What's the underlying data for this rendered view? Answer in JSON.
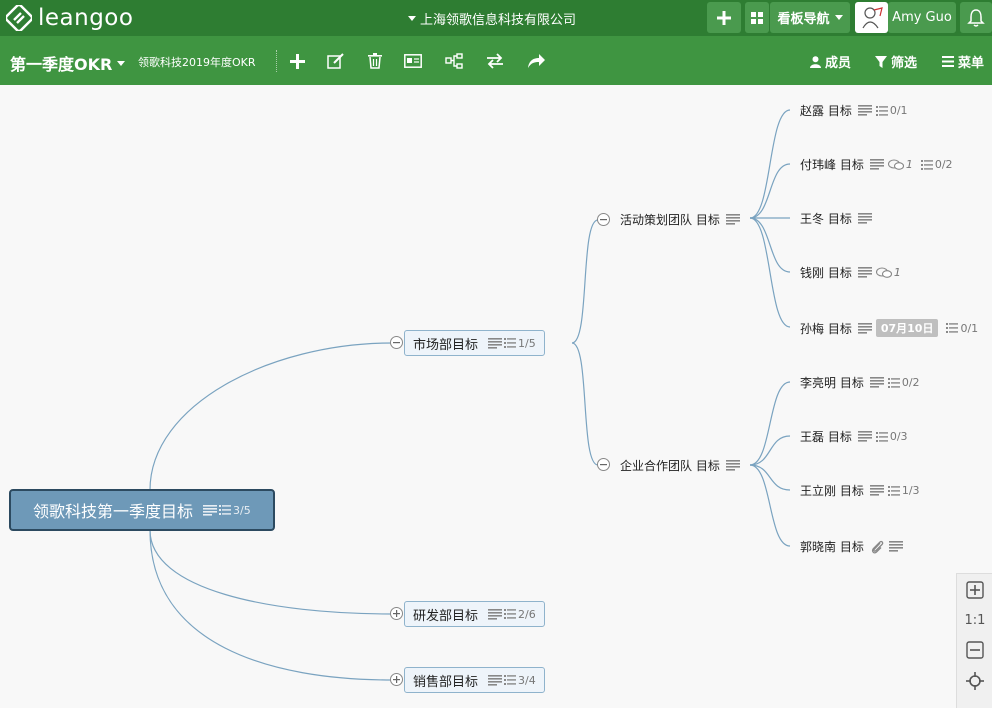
{
  "app": {
    "logo_text": "leangoo"
  },
  "topbar": {
    "company": "上海领歌信息科技有限公司",
    "nav_label": "看板导航",
    "user_name": "Amy Guo"
  },
  "subbar": {
    "board_title": "第一季度OKR",
    "board_subtitle": "领歌科技2019年度OKR",
    "members_label": "成员",
    "filter_label": "筛选",
    "menu_label": "菜单"
  },
  "mindmap": {
    "root": {
      "label": "领歌科技第一季度目标",
      "checklist": "3/5"
    },
    "departments": [
      {
        "label": "市场部目标",
        "checklist": "1/5"
      },
      {
        "label": "研发部目标",
        "checklist": "2/6"
      },
      {
        "label": "销售部目标",
        "checklist": "3/4"
      }
    ],
    "teams": [
      {
        "label": "活动策划团队 目标"
      },
      {
        "label": "企业合作团队 目标"
      }
    ],
    "people": [
      {
        "label": "赵露 目标",
        "checklist": "0/1"
      },
      {
        "label": "付玮峰 目标",
        "comments": "1",
        "checklist": "0/2"
      },
      {
        "label": "王冬 目标"
      },
      {
        "label": "钱刚 目标",
        "comments": "1"
      },
      {
        "label": "孙梅 目标",
        "date": "07月10日",
        "checklist": "0/1"
      },
      {
        "label": "李亮明 目标",
        "checklist": "0/2"
      },
      {
        "label": "王磊 目标",
        "checklist": "0/3"
      },
      {
        "label": "王立刚 目标",
        "checklist": "1/3"
      },
      {
        "label": "郭晓南 目标"
      }
    ]
  },
  "zoom": {
    "ratio": "1:1"
  },
  "colors": {
    "topbar": "#2e7d32",
    "subbar": "#3f9541",
    "root_fill": "#6e99b8",
    "link": "#7aa3c0"
  }
}
